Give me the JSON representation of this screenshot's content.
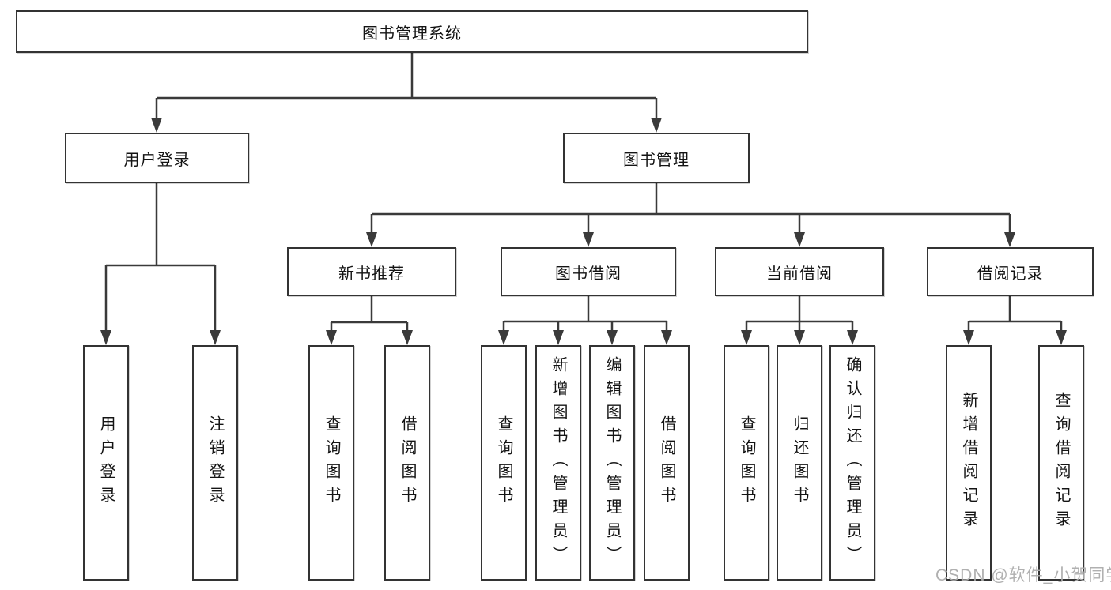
{
  "diagram": {
    "root": {
      "label": "图书管理系统",
      "children": [
        {
          "label": "用户登录",
          "children": [
            {
              "label": "用户登录"
            },
            {
              "label": "注销登录"
            }
          ]
        },
        {
          "label": "图书管理",
          "children": [
            {
              "label": "新书推荐",
              "children": [
                {
                  "label": "查询图书"
                },
                {
                  "label": "借阅图书"
                }
              ]
            },
            {
              "label": "图书借阅",
              "children": [
                {
                  "label": "查询图书"
                },
                {
                  "label": "新增图书（管理员）"
                },
                {
                  "label": "编辑图书（管理员）"
                },
                {
                  "label": "借阅图书"
                }
              ]
            },
            {
              "label": "当前借阅",
              "children": [
                {
                  "label": "查询图书"
                },
                {
                  "label": "归还图书"
                },
                {
                  "label": "确认归还（管理员）"
                }
              ]
            },
            {
              "label": "借阅记录",
              "children": [
                {
                  "label": "新增借阅记录"
                },
                {
                  "label": "查询借阅记录"
                }
              ]
            }
          ]
        }
      ]
    },
    "colors": {
      "line": "#333333",
      "text": "#141414",
      "watermark": "#acacac"
    }
  },
  "watermark": "CSDN @软件_小贺同学"
}
